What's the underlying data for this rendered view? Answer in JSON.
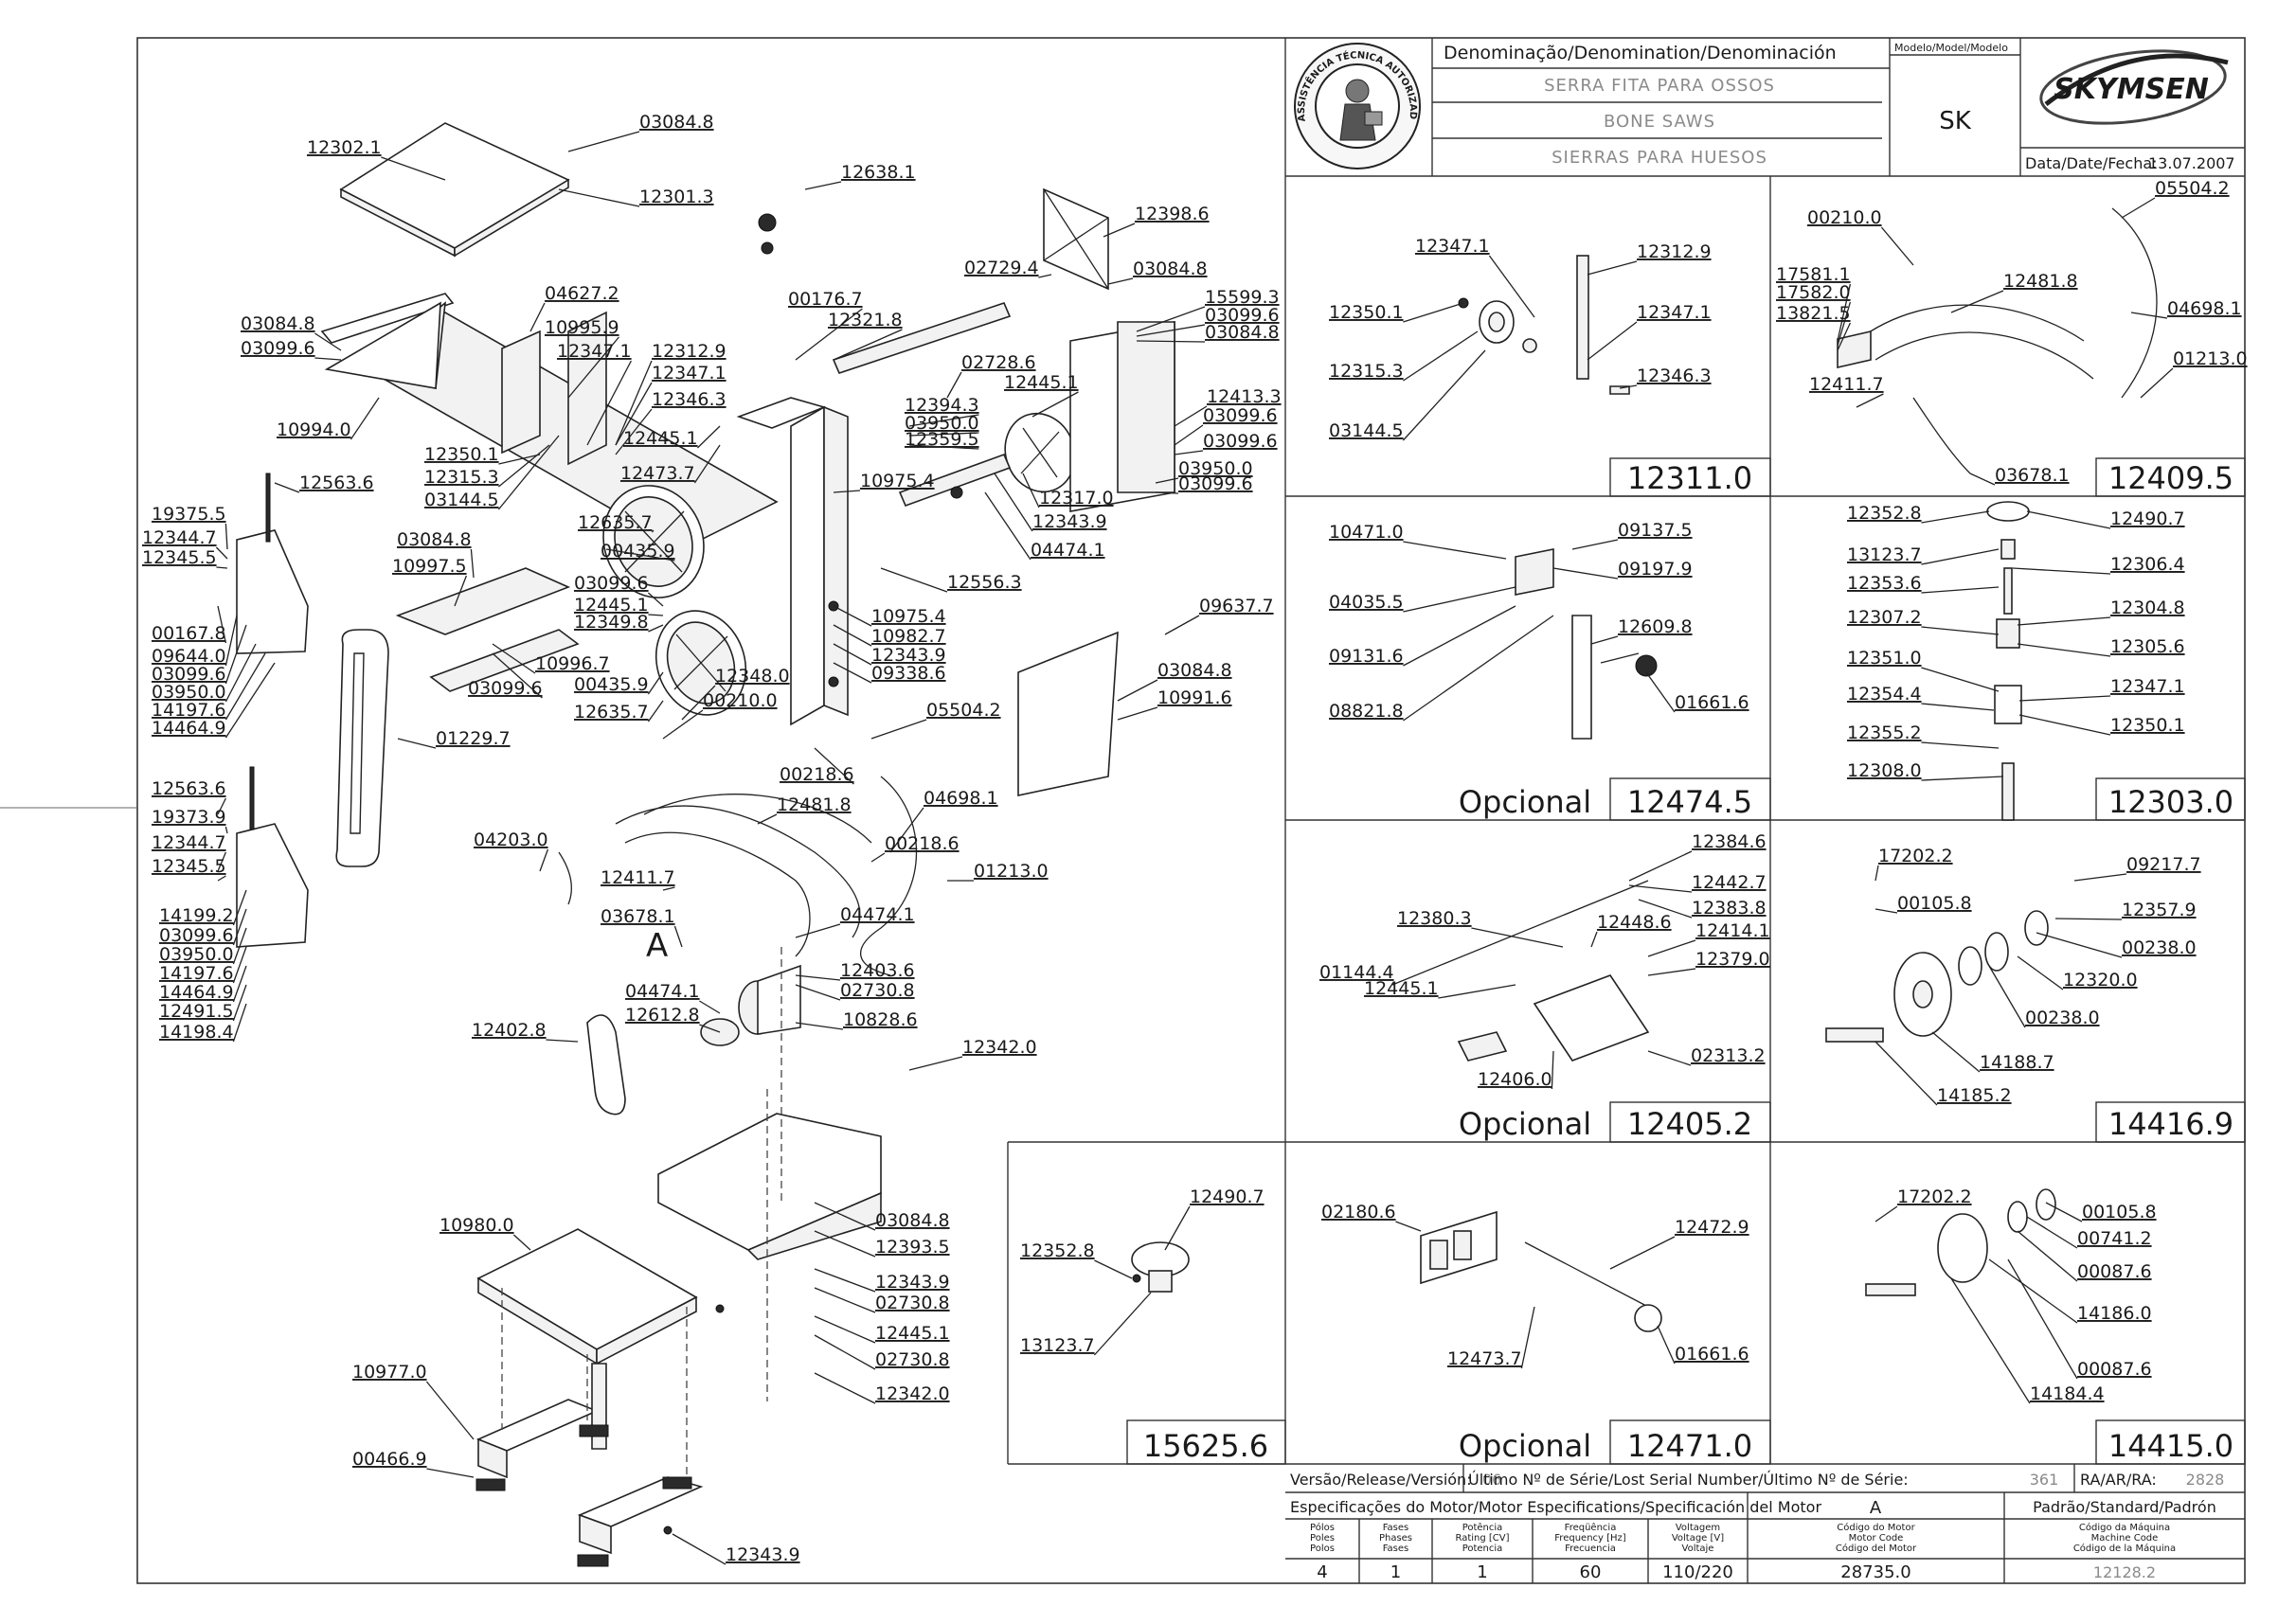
{
  "title_block": {
    "denomination_header": "Denominação/Denomination/Denominación",
    "name_pt": "SERRA FITA PARA OSSOS",
    "name_en": "BONE SAWS",
    "name_es": "SIERRAS PARA HUESOS",
    "model_header": "Modelo/Model/Modelo",
    "model_value": "SK",
    "brand": "SKYMSEN",
    "date_label": "Data/Date/Fecha:",
    "date_value": "13.07.2007",
    "logo_text": "ASSISTÊNCIA TÉCNICA AUTORIZADA"
  },
  "main_labels": [
    "03084.8",
    "12302.1",
    "12301.3",
    "12638.1",
    "12398.6",
    "02729.4",
    "03084.8",
    "00176.7",
    "12321.8",
    "15599.3",
    "03099.6",
    "03084.8",
    "04627.2",
    "10995.9",
    "12347.1",
    "12312.9",
    "03084.8",
    "03099.6",
    "12347.1",
    "12346.3",
    "02728.6",
    "12445.1",
    "12394.3",
    "03950.0",
    "12359.5",
    "12413.3",
    "03099.6",
    "03099.6",
    "10994.0",
    "12350.1",
    "12315.3",
    "03144.5",
    "12445.1",
    "12473.7",
    "10975.4",
    "12317.0",
    "03950.0",
    "03099.6",
    "12343.9",
    "12563.6",
    "19375.5",
    "12344.7",
    "12345.5",
    "12635.7",
    "00435.9",
    "04474.1",
    "03084.8",
    "10997.5",
    "03099.6",
    "12445.1",
    "12349.8",
    "12556.3",
    "10975.4",
    "10982.7",
    "12343.9",
    "09338.6",
    "00167.8",
    "09644.0",
    "03099.6",
    "03950.0",
    "14197.6",
    "14464.9",
    "10996.7",
    "03099.6",
    "00435.9",
    "12635.7",
    "12348.0",
    "00210.0",
    "09637.7",
    "03084.8",
    "10991.6",
    "05504.2",
    "01229.7",
    "12563.6",
    "19373.9",
    "12344.7",
    "12345.5",
    "00218.6",
    "04698.1",
    "12481.8",
    "00218.6",
    "04203.0",
    "01213.0",
    "12411.7",
    "03678.1",
    "14199.2",
    "03099.6",
    "03950.0",
    "14197.6",
    "14464.9",
    "12491.5",
    "14198.4",
    "04474.1",
    "12403.6",
    "02730.8",
    "04474.1",
    "12612.8",
    "10828.6",
    "12402.8",
    "12342.0",
    "03084.8",
    "12393.5",
    "10980.0",
    "12343.9",
    "02730.8",
    "12445.1",
    "02730.8",
    "12342.0",
    "10977.0",
    "00466.9",
    "12343.9"
  ],
  "main_callout": "A",
  "panels": [
    {
      "code": "12311.0",
      "labels": [
        "12347.1",
        "12312.9",
        "12350.1",
        "12347.1",
        "12315.3",
        "12346.3",
        "03144.5"
      ]
    },
    {
      "code": "12409.5",
      "labels": [
        "00210.0",
        "05504.2",
        "17581.1",
        "17582.0",
        "12481.8",
        "13821.5",
        "04698.1",
        "01213.0",
        "12411.7",
        "03678.1"
      ]
    },
    {
      "code": "12474.5",
      "caption": "Opcional",
      "labels": [
        "10471.0",
        "09137.5",
        "09197.9",
        "04035.5",
        "12609.8",
        "09131.6",
        "01661.6",
        "08821.8"
      ]
    },
    {
      "code": "12303.0",
      "labels": [
        "12352.8",
        "12490.7",
        "13123.7",
        "12306.4",
        "12353.6",
        "12304.8",
        "12307.2",
        "12305.6",
        "12351.0",
        "12347.1",
        "12354.4",
        "12350.1",
        "12355.2",
        "12308.0"
      ]
    },
    {
      "code": "12405.2",
      "caption": "Opcional",
      "labels": [
        "12384.6",
        "12442.7",
        "12383.8",
        "12380.3",
        "12448.6",
        "12414.1",
        "12445.1",
        "12379.0",
        "01144.4",
        "02313.2",
        "12406.0"
      ]
    },
    {
      "code": "14416.9",
      "labels": [
        "17202.2",
        "09217.7",
        "00105.8",
        "12357.9",
        "00238.0",
        "12320.0",
        "00238.0",
        "14188.7",
        "14185.2"
      ]
    },
    {
      "code": "15625.6",
      "labels": [
        "12490.7",
        "12352.8",
        "13123.7"
      ]
    },
    {
      "code": "12471.0",
      "caption": "Opcional",
      "labels": [
        "02180.6",
        "12472.9",
        "12473.7",
        "01661.6"
      ]
    },
    {
      "code": "14415.0",
      "labels": [
        "17202.2",
        "00105.8",
        "00741.2",
        "00087.6",
        "14186.0",
        "00087.6",
        "14184.4"
      ]
    }
  ],
  "release_row": {
    "version_label": "Versão/Release/Versión:",
    "version_value": "06",
    "serial_label": "Último Nº de Série/Lost Serial Number/Último Nº de Série:",
    "serial_value": "361",
    "ra_label": "RA/AR/RA:",
    "ra_value": "2828"
  },
  "motor_table": {
    "spec_header": "Especificações do Motor/Motor Especifications/Specificación del Motor",
    "a_header": "A",
    "std_header": "Padrão/Standard/Padrón",
    "columns": [
      {
        "l1": "Pólos",
        "l2": "Poles",
        "l3": "Polos",
        "value": "4"
      },
      {
        "l1": "Fases",
        "l2": "Phases",
        "l3": "Fases",
        "value": "1"
      },
      {
        "l1": "Potência",
        "l2": "Rating [CV]",
        "l3": "Potencia",
        "value": "1"
      },
      {
        "l1": "Freqüência",
        "l2": "Frequency [Hz]",
        "l3": "Frecuencia",
        "value": "60"
      },
      {
        "l1": "Voltagem",
        "l2": "Voltage [V]",
        "l3": "Voltaje",
        "value": "110/220"
      },
      {
        "l1": "Código do Motor",
        "l2": "Motor Code",
        "l3": "Código del Motor",
        "value": "28735.0"
      },
      {
        "l1": "Código da Máquina",
        "l2": "Machine Code",
        "l3": "Código de la Máquina",
        "value": "12128.2"
      }
    ]
  }
}
